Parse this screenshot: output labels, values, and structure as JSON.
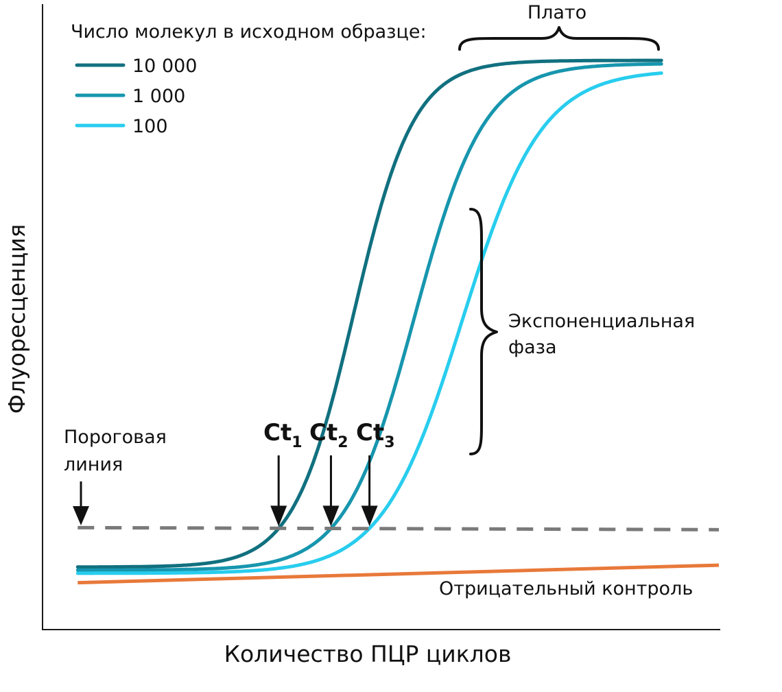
{
  "chart_data": {
    "type": "line",
    "xlabel": "Количество ПЦР циклов",
    "ylabel": "Флуоресценция",
    "grid": false,
    "legend": {
      "title": "Число  молекул в исходном образце:",
      "placement": "top-left",
      "entries": [
        "10 000",
        "1 000",
        "100"
      ]
    },
    "series": [
      {
        "name": "10 000",
        "color": "#11707f",
        "midpoint": 0.46,
        "steepness": 22.5,
        "baseline": 0.1,
        "plateau": 0.91
      },
      {
        "name": "1 000",
        "color": "#1796ae",
        "midpoint": 0.55,
        "steepness": 19.5,
        "baseline": 0.095,
        "plateau": 0.905
      },
      {
        "name": "100",
        "color": "#28cdee",
        "midpoint": 0.62,
        "steepness": 17,
        "baseline": 0.09,
        "plateau": 0.895
      }
    ],
    "negative_control": {
      "name": "Отрицательный контроль",
      "color": "#e8793a",
      "y_start": 0.075,
      "y_end": 0.103
    },
    "threshold": {
      "label": "Пороговая\nлиния",
      "label_lines": [
        "Пороговая",
        "линия"
      ],
      "value": 0.163,
      "color": "#7a7a7a"
    },
    "ct_markers": [
      {
        "label": "Ct",
        "subscript": "1",
        "series": "10 000"
      },
      {
        "label": "Ct",
        "subscript": "2",
        "series": "1 000"
      },
      {
        "label": "Ct",
        "subscript": "3",
        "series": "100"
      }
    ],
    "annotations": [
      {
        "text": "Плато",
        "target": "plateau"
      },
      {
        "text_lines": [
          "Экспоненциальная",
          "фаза"
        ],
        "target": "exponential phase"
      }
    ]
  }
}
